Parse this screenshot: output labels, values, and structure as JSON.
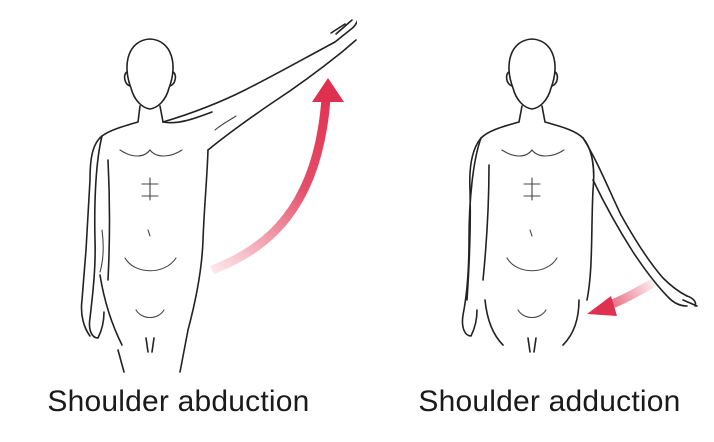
{
  "panels": [
    {
      "caption": "Shoulder abduction",
      "arrow_color": "#e03050",
      "arrow_direction": "up"
    },
    {
      "caption": "Shoulder adduction",
      "arrow_color": "#e03050",
      "arrow_direction": "down"
    }
  ]
}
